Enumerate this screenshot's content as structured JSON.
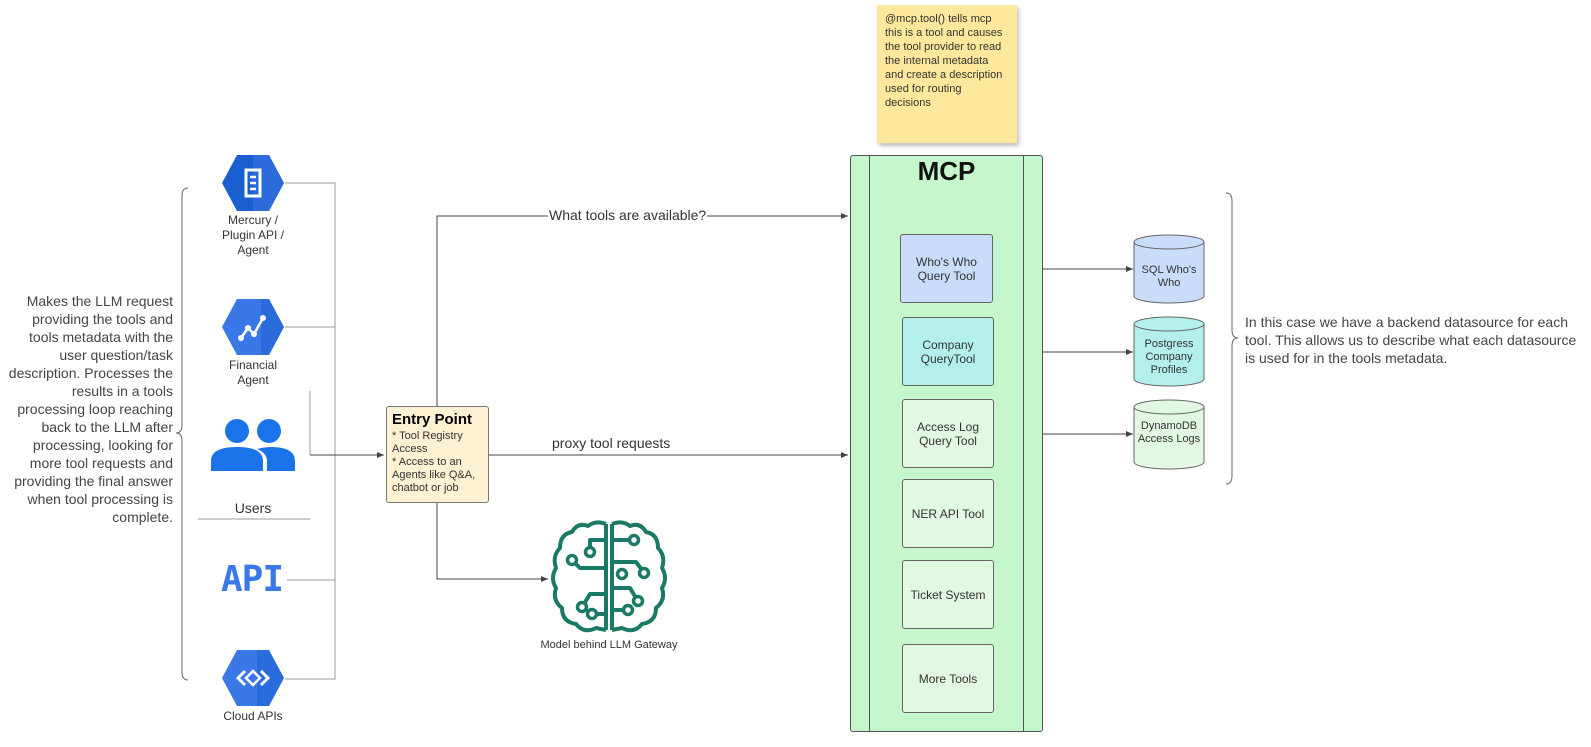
{
  "left_description": "Makes the LLM request providing the tools and tools metadata with the user question/task description. Processes the results in a tools processing loop reaching back to the LLM after processing, looking for more tool requests and  providing the final answer  when tool processing is complete.",
  "clients": {
    "mercury": {
      "label": "Mercury / Plugin API / Agent",
      "icon": "mercury-hex-icon"
    },
    "financial": {
      "label": "Financial Agent",
      "icon": "financial-agent-hex-icon"
    },
    "users": {
      "label": "Users",
      "icon": "users-icon"
    },
    "api": {
      "label": "API",
      "icon": "api-text-icon"
    },
    "cloud": {
      "label": "Cloud APIs",
      "icon": "cloud-apis-hex-icon"
    }
  },
  "entry_point": {
    "title": "Entry Point",
    "line1": "* Tool Registry Access",
    "line2": "* Access to an Agents like Q&A, chatbot or job"
  },
  "edges": {
    "top": "What tools are available?",
    "middle": "proxy tool requests"
  },
  "gateway": {
    "label": "Model behind LLM Gateway",
    "icon": "brain-circuit-icon"
  },
  "sticky_note": "@mcp.tool() tells mcp this is a tool and causes the tool provider to read the internal metadata and create a description used for routing decisions",
  "mcp": {
    "title": "MCP",
    "tools": [
      {
        "label": "Who's Who Query Tool",
        "fill": "#c9dcf9"
      },
      {
        "label": "Company QueryTool",
        "fill": "#b4f0ea"
      },
      {
        "label": "Access Log Query Tool",
        "fill": "#e3f8e2"
      },
      {
        "label": "NER API Tool",
        "fill": "#e3f8e2"
      },
      {
        "label": "Ticket System",
        "fill": "#e3f8e2"
      },
      {
        "label": "More Tools",
        "fill": "#e3f8e2"
      }
    ]
  },
  "datasources": [
    {
      "label": "SQL  Who's Who",
      "fill": "#c9dcf9"
    },
    {
      "label": "Postgress Company Profiles",
      "fill": "#b4f0ea"
    },
    {
      "label": "DynamoDB Access Logs",
      "fill": "#e3f8e2"
    }
  ],
  "right_description": "In this case we have a backend datasource for each tool. This allows us to describe what each datasource is used for in the tools metadata.",
  "colors": {
    "gcp_blue": "#3b78e7",
    "gcp_blue_dark": "#1a5fd0",
    "mcp_green": "#c6f6cb",
    "sticky": "#fde89c",
    "entry": "#fdf1d3",
    "gateway_teal": "#1a7a66"
  }
}
